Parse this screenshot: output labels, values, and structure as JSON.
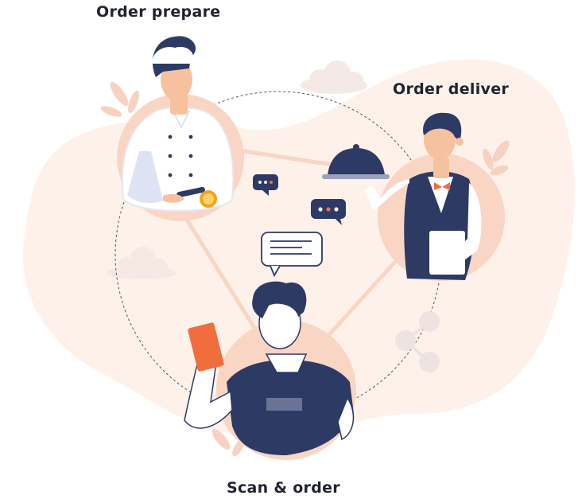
{
  "labels": {
    "order_prepare": "Order prepare",
    "order_deliver": "Order deliver",
    "scan_order": "Scan & order"
  },
  "colors": {
    "blob": "#fdf1ea",
    "circle": "#f9d5c4",
    "navy": "#2d3a64",
    "skin": "#f6c19e",
    "accent": "#f26d3d",
    "leaf": "#f7d2c0",
    "cloud": "#f4e9e4",
    "text": "#1f2230"
  }
}
